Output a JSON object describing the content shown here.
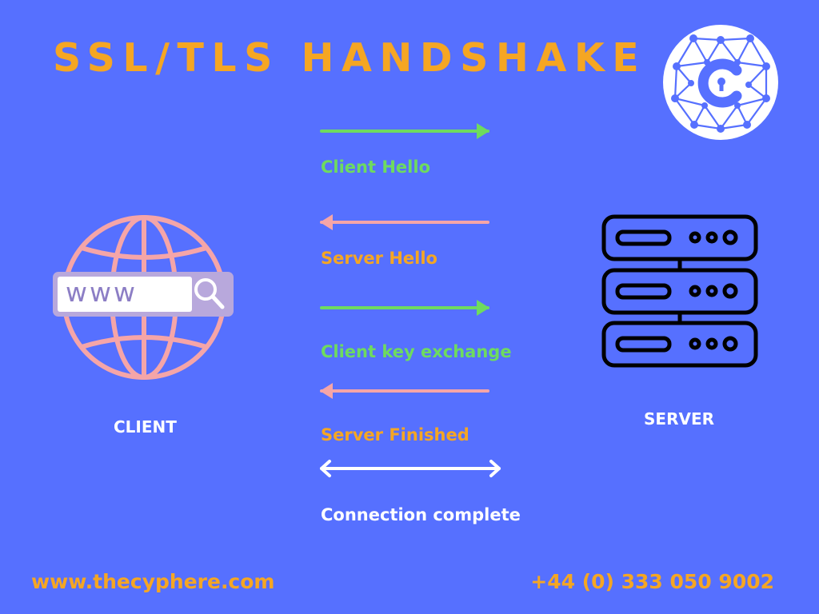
{
  "title": "SSL/TLS HANDSHAKE",
  "client": {
    "label": "CLIENT",
    "url_text": "www"
  },
  "server": {
    "label": "SERVER"
  },
  "steps": [
    {
      "label": "Client Hello",
      "direction": "right",
      "color": "#6edb5f"
    },
    {
      "label": "Server Hello",
      "direction": "left",
      "color": "#f5a5a8"
    },
    {
      "label": "Client key exchange",
      "direction": "right",
      "color": "#6edb5f"
    },
    {
      "label": "Server Finished",
      "direction": "left",
      "color": "#f5a5a8"
    },
    {
      "label": "Connection complete",
      "direction": "both",
      "color": "#ffffff"
    }
  ],
  "step_label_colors": [
    "#6edb5f",
    "#f5a623",
    "#6edb5f",
    "#f5a623",
    "#ffffff"
  ],
  "footer": {
    "website": "www.thecyphere.com",
    "phone": "+44 (0) 333 050 9002"
  },
  "colors": {
    "background": "#5670ff",
    "title": "#f5a623",
    "footer": "#f5a623",
    "globe": "#f5a5a8",
    "search_bar": "#b8a8dc",
    "server_icon": "#000000",
    "logo_circle": "#ffffff",
    "logo_nodes": "#5670ff"
  },
  "icons": {
    "logo": "cyphere-logo-icon",
    "client": "globe-www-icon",
    "server": "server-rack-icon",
    "search": "search-icon"
  }
}
